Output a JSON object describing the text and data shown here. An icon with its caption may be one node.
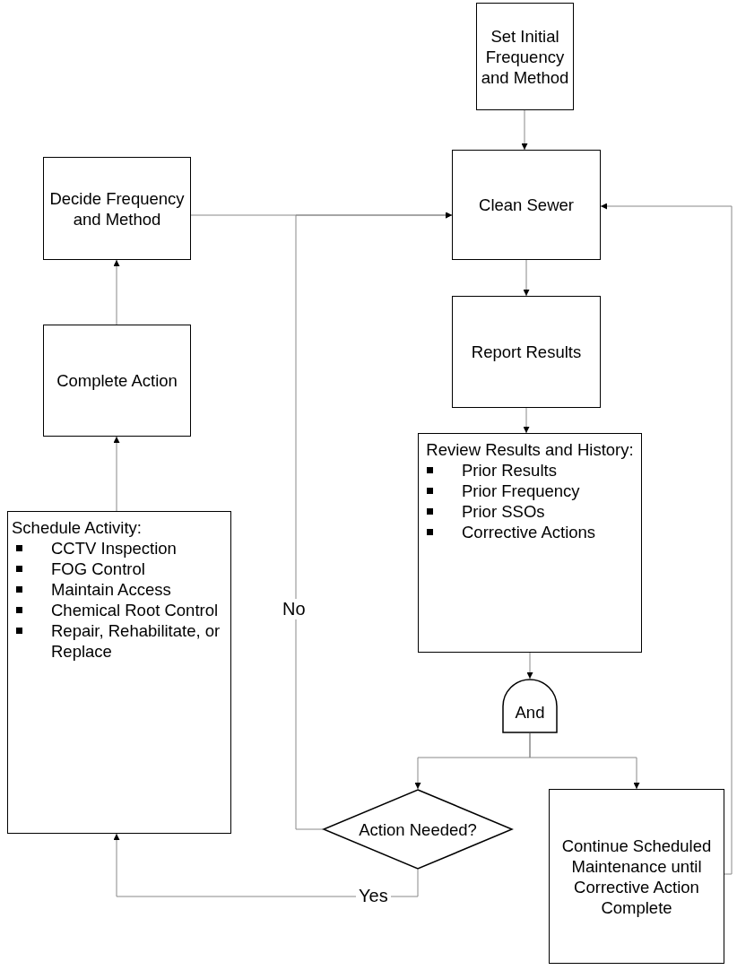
{
  "diagram": {
    "nodes": [
      {
        "text": [
          "Set Initial Frequency and Method"
        ]
      },
      {
        "text": [
          "Clean Sewer"
        ]
      },
      {
        "text": [
          "Report Results"
        ]
      },
      {
        "text": [
          "Review Results and History:",
          "Prior Results",
          "Prior Frequency",
          "Prior SSOs",
          "Corrective Actions"
        ]
      },
      {
        "text": [
          "And"
        ]
      },
      {
        "text": [
          "Action Needed?"
        ]
      },
      {
        "text": [
          "Continue Scheduled Maintenance until Corrective Action Complete"
        ]
      },
      {
        "text": [
          "Decide Frequency and Method"
        ]
      },
      {
        "text": [
          "Complete Action"
        ]
      },
      {
        "text": [
          "Schedule Activity:",
          "CCTV Inspection",
          "FOG Control",
          "Maintain Access",
          "Chemical Root Control",
          "Repair, Rehabilitate, or Replace"
        ]
      }
    ],
    "edges": [
      {
        "from": 0,
        "to": 1,
        "arrow": "to"
      },
      {
        "from": 1,
        "to": 2,
        "arrow": "to"
      },
      {
        "from": 2,
        "to": 3,
        "arrow": "to"
      },
      {
        "from": 3,
        "to": 4,
        "arrow": "to"
      },
      {
        "from": 4,
        "to": 5,
        "arrow": "to"
      },
      {
        "from": 4,
        "to": 6,
        "arrow": "to"
      },
      {
        "from": 5,
        "to": 1,
        "arrow": "to",
        "label": "No"
      },
      {
        "from": 5,
        "to": 9,
        "arrow": "to",
        "label": "Yes"
      },
      {
        "from": 9,
        "to": 8,
        "arrow": "to"
      },
      {
        "from": 8,
        "to": 7,
        "arrow": "to"
      },
      {
        "from": 7,
        "to": 1,
        "arrow": "to"
      },
      {
        "from": 6,
        "to": 1,
        "arrow": "to"
      }
    ]
  }
}
